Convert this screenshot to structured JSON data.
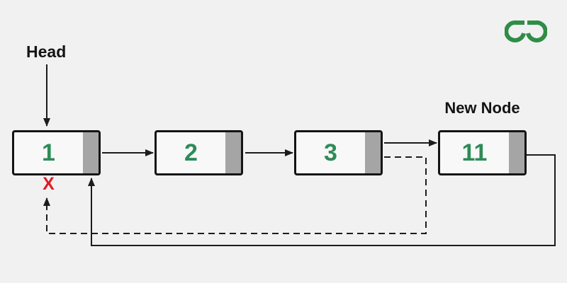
{
  "labels": {
    "head": "Head",
    "new_node": "New Node",
    "removed_x": "X"
  },
  "nodes": [
    {
      "value": "1"
    },
    {
      "value": "2"
    },
    {
      "value": "3"
    },
    {
      "value": "11"
    }
  ],
  "icons": {
    "logo": "geeksforgeeks-logo"
  },
  "colors": {
    "background": "#f1f1f1",
    "box_fill": "#f8f8f8",
    "box_border": "#141414",
    "pointer_fill": "#a5a5a5",
    "value_green": "#2e8b57",
    "removed_red": "#e11b23",
    "line_black": "#1c1c1c",
    "logo_green": "#2f8d46"
  }
}
